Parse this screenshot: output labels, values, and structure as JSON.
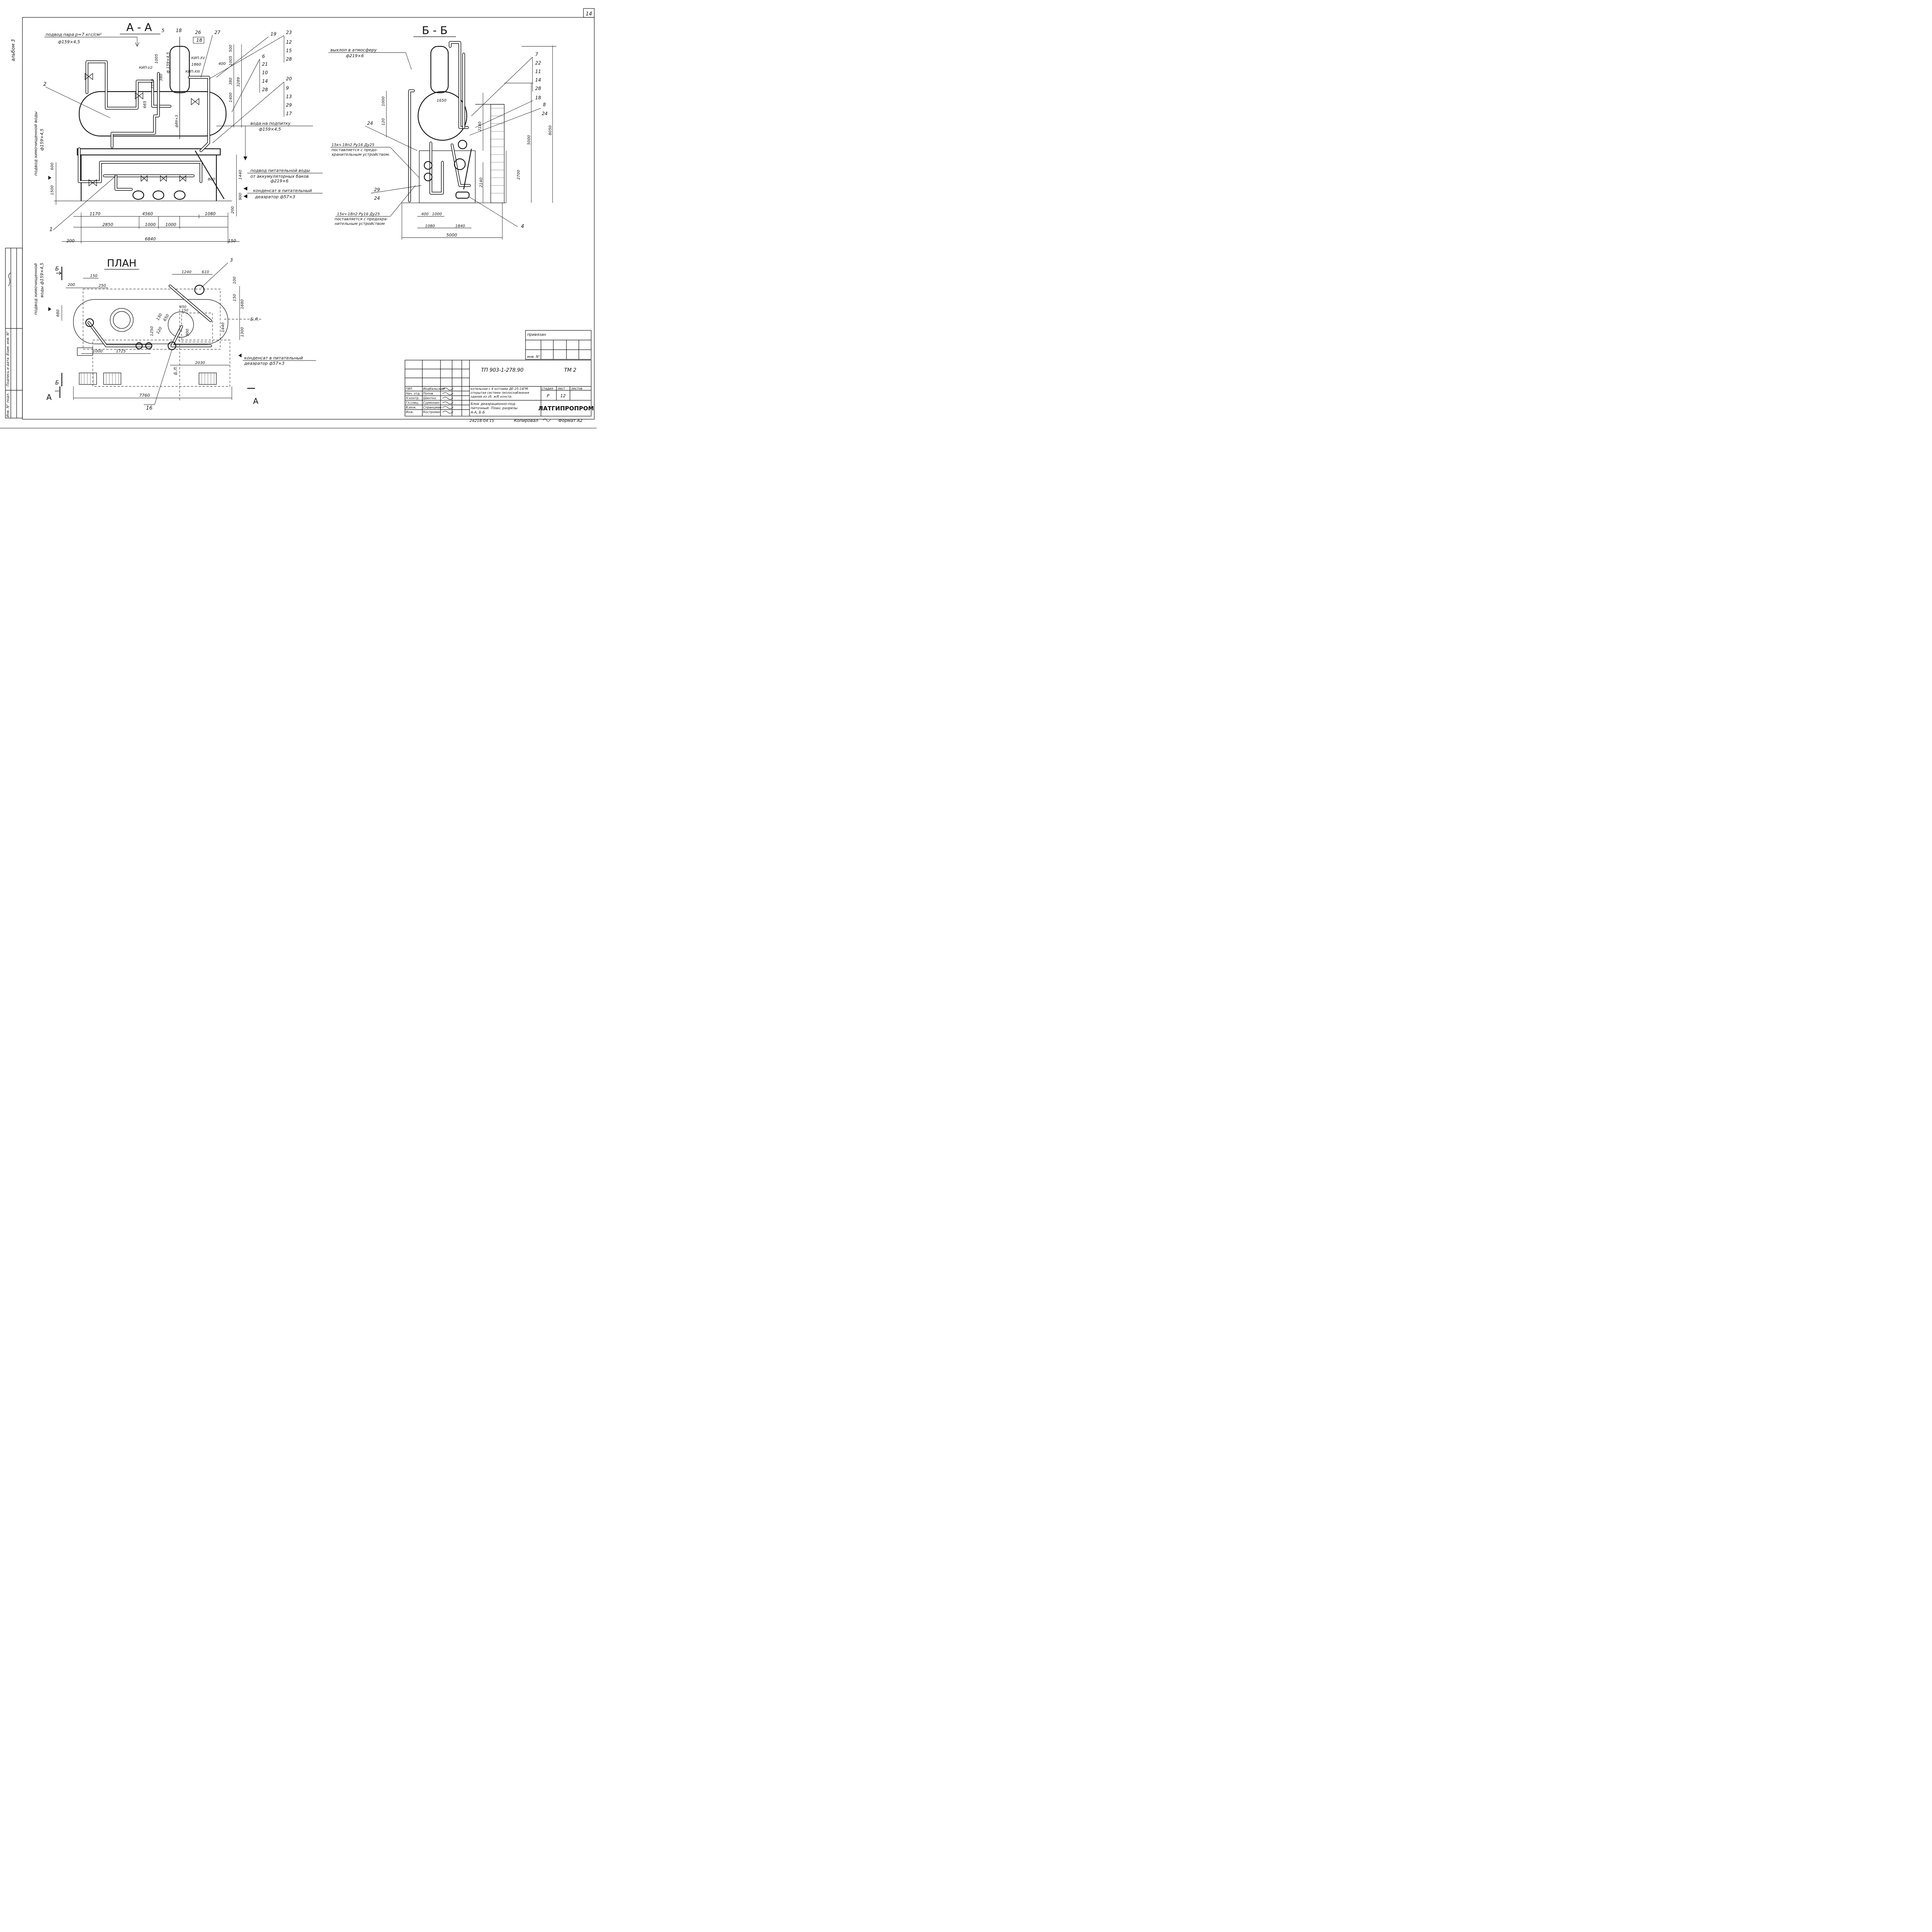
{
  "sheet": {
    "page_number": "14",
    "album": "альбом 3"
  },
  "section_aa": {
    "title": "А - А",
    "steam_supply": "подвод пара p=7 кгс/см²",
    "steam_pipe": "ф159×4,5",
    "pipe_vertical": "ф 159×4,5",
    "chem_water_supply": "подвод химочищенной воды",
    "chem_water_pipe": "ф159×4,5",
    "makeup_water": "вода на подпитку",
    "makeup_pipe": "ф159×4,5",
    "feed_water": "подвод питательной воды",
    "feed_water2": "от аккумуляторных баков",
    "feed_pipe": "ф219×6",
    "condensate": "конденсат в питательный",
    "condensate2": "деаэратор ф57×3",
    "kip1": "КИП-I/2",
    "kip2": "КИП-XV",
    "kip3": "КИП-XIII",
    "d89": "ф89×3",
    "callouts": {
      "c5": "5",
      "c18": "18",
      "c26": "26",
      "c18b": "18",
      "c27": "27",
      "c19": "19",
      "c23": "23",
      "c12": "12",
      "c15": "15",
      "c28": "28",
      "c6": "6",
      "c21": "21",
      "c10": "10",
      "c14": "14",
      "c28b": "28",
      "c20": "20",
      "c9": "9",
      "c13": "13",
      "c29": "29",
      "c17": "17",
      "c2": "2",
      "c1": "1"
    },
    "dims": {
      "d500": "500",
      "d1005": "1005",
      "d1860": "1860",
      "d400": "400",
      "d1005b": "1005",
      "d380": "380",
      "d2150": "2150",
      "d380b": "380",
      "d3289": "3289",
      "d1400": "1400",
      "d665": "665",
      "d600": "600",
      "d1500": "1500",
      "d1440": "1440",
      "d800": "800",
      "d900": "900",
      "d200": "200",
      "d1170": "1170",
      "d4560": "4560",
      "d1080": "1080",
      "d2850": "2850",
      "d1000": "1000",
      "d1000b": "1000",
      "d200b": "200",
      "d6840": "6840",
      "d150": "150"
    }
  },
  "section_bb": {
    "title": "Б - Б",
    "exhaust": "выхлоп в атмосферу",
    "exhaust_pipe": "ф219×6",
    "valve1_a": "15кч 18п2 Ру16 Ду25",
    "valve1_b": "поставляется с предо-",
    "valve1_c": "хранительным устройством.",
    "valve2_a": "15кч 18п2 Ру16 Ду25",
    "valve2_b": "поставляется с предохра-",
    "valve2_c": "нительным устройством",
    "callouts": {
      "c7": "7",
      "c22": "22",
      "c11": "11",
      "c14": "14",
      "c28": "28",
      "c18": "18",
      "c8": "8",
      "c24": "24",
      "c24b": "24",
      "c29": "29",
      "c24c": "24",
      "c4": "4"
    },
    "dims": {
      "d1000": "1000",
      "d120": "120",
      "d1650": "1650",
      "d2180": "2180",
      "d5000": "5000",
      "d8050": "8050",
      "d2700": "2700",
      "d2140": "2140",
      "d400": "400",
      "d1000b": "1000",
      "d1080": "1080",
      "d1840": "1840",
      "d5000b": "5000"
    }
  },
  "plan": {
    "title": "ПЛАН",
    "chem_water_a": "подвод химочищенной",
    "chem_water_b": "воды ф159×4,5",
    "condensate": "конденсат в питательный",
    "condensate2": "деаэратор ф57×3",
    "bl1": "Б.Л.",
    "bl2": "Б.Л.",
    "cut_b_top": "Б",
    "cut_b_bottom": "Б",
    "cut_a_left": "А",
    "cut_a_right": "А",
    "callouts": {
      "c3": "3",
      "c16": "16"
    },
    "dims": {
      "d150": "150",
      "d200": "200",
      "d250": "250",
      "d1240": "1240",
      "d610": "610",
      "d100": "100",
      "d150b": "150",
      "d1680": "1680",
      "d450": "450",
      "d150c": "150",
      "d130": "130",
      "d650": "650",
      "d680": "680",
      "d1250": "1250",
      "d120": "120",
      "d900": "900",
      "d1440": "1440",
      "d1300": "1300",
      "d1000": "1000",
      "d1725": "1725",
      "d2030": "2030",
      "d7760": "7760"
    }
  },
  "stamp": {
    "linked_label": "привязан",
    "inv_no_label": "инв. N°",
    "doc_code": "ТП 903-1-278.90",
    "sheet_code": "ТМ 2",
    "project_a": "котельная с 4 котлами ДЕ-25-14ГМ.",
    "project_b": "открытая система теплоснабжения",
    "project_c": "здание из сб. ж/б констр.",
    "stage_label": "стадия",
    "sheet_label": "лист",
    "sheets_label": "листов",
    "stage_value": "Р",
    "sheet_value": "12",
    "drawing_title_a": "Блок деаэрационно-под-",
    "drawing_title_b": "питочный. План; разрезы",
    "drawing_title_c": "А-А, Б-Б",
    "org": "ЛАТГИПРОПРОМ",
    "roles": [
      {
        "role": "ГИП",
        "name": "Индбальский"
      },
      {
        "role": "Нач. отд.",
        "name": "Попов"
      },
      {
        "role": "Н.контр.",
        "name": "Шинтко"
      },
      {
        "role": "Гл.спец.",
        "name": "Сурмонин"
      },
      {
        "role": "В.инж.",
        "name": "Спранцман"
      },
      {
        "role": "Инж.",
        "name": "Костромин"
      }
    ],
    "bottom_code": "24218-04   15",
    "copied": "Копировал",
    "format": "Формат А2",
    "side_labels": [
      "Инв. N° подл.",
      "Подпись и дата",
      "Взам. инв. N°"
    ]
  }
}
